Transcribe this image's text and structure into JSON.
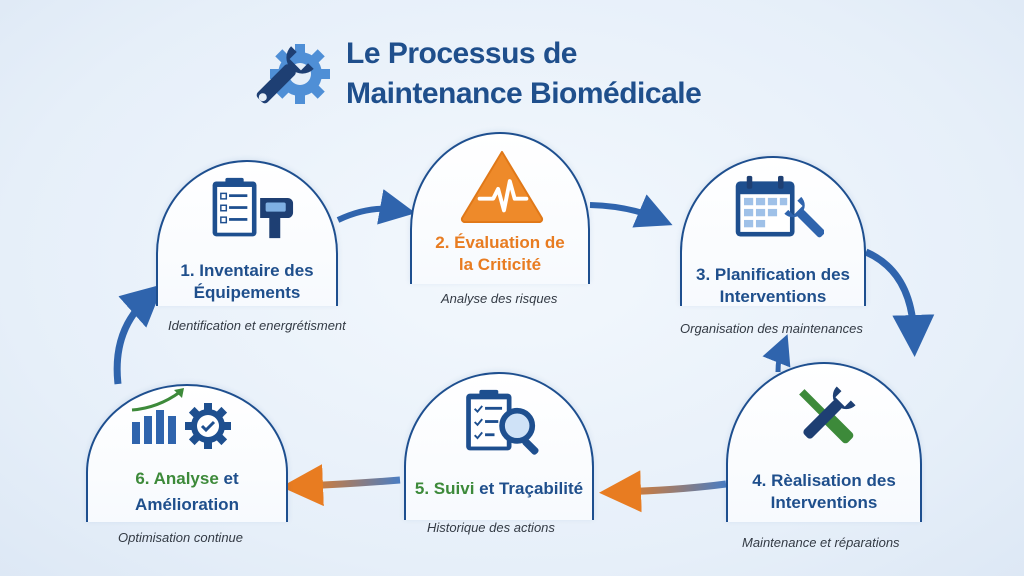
{
  "title": {
    "line1": "Le Processus de",
    "line2": "Maintenance Biomédicale",
    "icon": "wrench-gear-icon"
  },
  "colors": {
    "navy": "#1e4f8f",
    "blue_arrow": "#2f64ad",
    "orange": "#e87c21",
    "green": "#3d8a3a"
  },
  "steps": [
    {
      "id": 1,
      "title_line1": "1. Inventaire des",
      "title_line2": "Équipements",
      "caption": "Identification et energrétisment",
      "icon": "clipboard-scanner-icon"
    },
    {
      "id": 2,
      "title_line1": "2. Évaluation de",
      "title_line2": "la Criticité",
      "caption": "Analyse des risques",
      "icon": "warning-heartbeat-icon"
    },
    {
      "id": 3,
      "title_line1": "3. Planification des",
      "title_line2": "Interventions",
      "caption": "Organisation des maintenances",
      "icon": "calendar-wrench-icon"
    },
    {
      "id": 4,
      "title_line1": "4. Rèalisation des",
      "title_line2": "Interventions",
      "caption": "Maintenance et réparations",
      "icon": "wrench-screwdriver-icon"
    },
    {
      "id": 5,
      "title_prefix": "5. Suivi",
      "title_mid": " et ",
      "title_suffix": "Traçabilité",
      "caption": "Historique des actions",
      "icon": "checklist-magnifier-icon"
    },
    {
      "id": 6,
      "title_line1_prefix": "6. Analyse",
      "title_line1_suffix": " et",
      "title_line2": "Amélioration",
      "caption": "Optimisation continue",
      "icon": "chart-gear-check-icon"
    }
  ]
}
